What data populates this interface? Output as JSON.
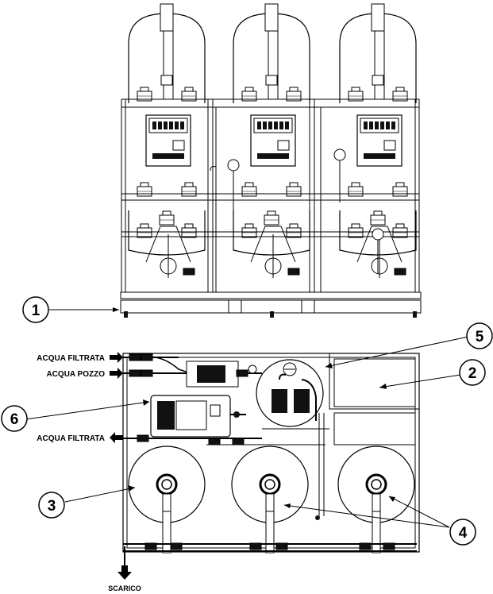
{
  "callouts": [
    {
      "id": "c1",
      "number": "1"
    },
    {
      "id": "c2",
      "number": "2"
    },
    {
      "id": "c3",
      "number": "3"
    },
    {
      "id": "c4",
      "number": "4"
    },
    {
      "id": "c5",
      "number": "5"
    },
    {
      "id": "c6",
      "number": "6"
    }
  ],
  "labels": {
    "inlet_filtered": "ACQUA FILTRATA",
    "inlet_well": "ACQUA POZZO",
    "outlet_filtered": "ACQUA FILTRATA",
    "drain": "SCARICO"
  },
  "colors": {
    "line": "#000000",
    "fill_dark": "#111111",
    "background": "#ffffff"
  }
}
